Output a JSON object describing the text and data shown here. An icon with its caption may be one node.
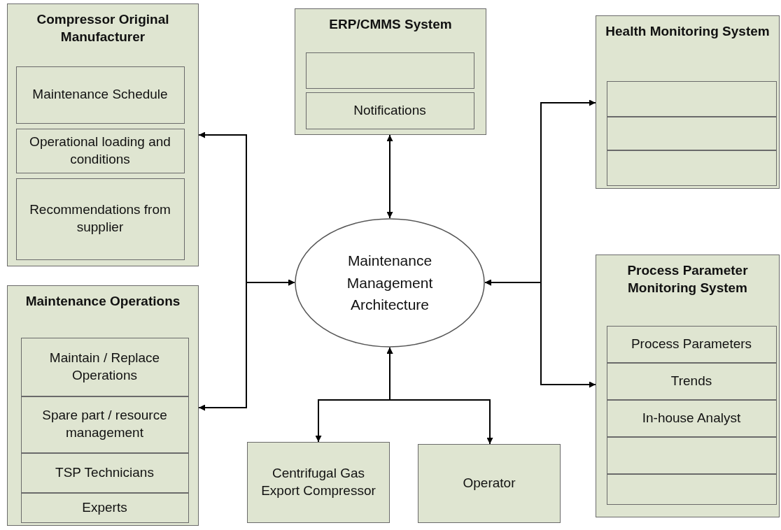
{
  "diagram": {
    "nodes": [
      {
        "text": [
          "Compressor Original Manufacturer"
        ]
      },
      {
        "text": [
          "Maintenance Schedule"
        ],
        "in": 0
      },
      {
        "text": [
          "Operational loading and conditions"
        ],
        "in": 0
      },
      {
        "text": [
          "Recommendations from supplier"
        ],
        "in": 0
      },
      {
        "text": [
          "ERP/CMMS System"
        ]
      },
      {
        "text": [],
        "shape": "box",
        "in": 4
      },
      {
        "text": [
          "Notifications"
        ],
        "in": 4
      },
      {
        "text": [
          "Health Monitoring System"
        ]
      },
      {
        "text": [],
        "shape": "box",
        "in": 7
      },
      {
        "text": [],
        "shape": "box",
        "in": 7
      },
      {
        "text": [],
        "shape": "box",
        "in": 7
      },
      {
        "text": [
          "Maintenance Management Architecture"
        ]
      },
      {
        "text": [
          "Maintenance Operations"
        ]
      },
      {
        "text": [
          "Maintain / Replace Operations"
        ],
        "in": 12
      },
      {
        "text": [
          "Spare part / resource management"
        ],
        "in": 12
      },
      {
        "text": [
          "TSP Technicians"
        ],
        "in": 12
      },
      {
        "text": [
          "Experts"
        ],
        "in": 12
      },
      {
        "text": [
          "Process Parameter Monitoring System"
        ]
      },
      {
        "text": [
          "Process Parameters"
        ],
        "in": 17
      },
      {
        "text": [
          "Trends"
        ],
        "in": 17
      },
      {
        "text": [
          "In-house Analyst"
        ],
        "in": 17
      },
      {
        "text": [],
        "shape": "box",
        "in": 17
      },
      {
        "text": [],
        "shape": "box",
        "in": 17
      },
      {
        "text": [
          "Centrifugal Gas Export Compressor"
        ]
      },
      {
        "text": [
          "Operator"
        ]
      }
    ],
    "edges": [
      {
        "from": 0,
        "to": 11,
        "arrow": "both"
      },
      {
        "from": 12,
        "to": 11,
        "arrow": "both"
      },
      {
        "from": 4,
        "to": 11,
        "arrow": "both"
      },
      {
        "from": 7,
        "to": 11,
        "arrow": "both"
      },
      {
        "from": 17,
        "to": 11,
        "arrow": "both"
      },
      {
        "from": 23,
        "to": 11,
        "arrow": "both"
      },
      {
        "from": 24,
        "to": 11,
        "arrow": "both"
      }
    ]
  }
}
